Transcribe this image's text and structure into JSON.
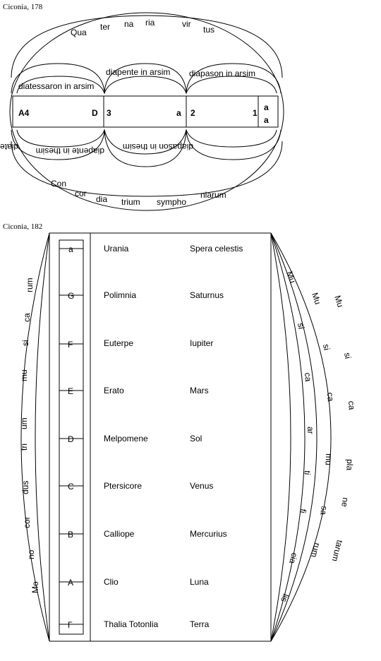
{
  "figure1": {
    "caption": "Ciconia, 178",
    "top_arc": [
      "Qua",
      "ter",
      "na",
      "ria",
      "vir",
      "tus"
    ],
    "upper_arcs": [
      "diatessaron in arsim",
      "diapente in arsim",
      "diapason in arsim"
    ],
    "lower_arcs": [
      "diatessaron in thesim",
      "diapente in thesim",
      "diapason in thesim"
    ],
    "bottom_arc": [
      "Con",
      "cor",
      "dia",
      "trium",
      "sympho",
      "niarum"
    ],
    "cells": [
      {
        "left": "A4",
        "right": "D"
      },
      {
        "left": "3",
        "right": "a"
      },
      {
        "left": "2",
        "right": "1"
      }
    ],
    "stack": [
      "a",
      "a"
    ]
  },
  "figure2": {
    "caption": "Ciconia, 182",
    "notes": [
      "a",
      "G",
      "F",
      "E",
      "D",
      "C",
      "B",
      "A",
      "Γ"
    ],
    "muses": [
      "Urania",
      "Polimnia",
      "Euterpe",
      "Erato",
      "Melpomene",
      "Ptersicore",
      "Calliope",
      "Clio",
      "Thalia Totonlia"
    ],
    "planets": [
      "Spera celestis",
      "Saturnus",
      "Iupiter",
      "Mars",
      "Sol",
      "Venus",
      "Mercurius",
      "Luna",
      "Terra"
    ],
    "left_arc": [
      "Mo",
      "no",
      "cor",
      "dus",
      "tri",
      "um",
      "mu",
      "si",
      "ca",
      "rum"
    ],
    "right_arc1": [
      "Mu",
      "si",
      "ca",
      "ar",
      "ti",
      "fi",
      "cia",
      "lis"
    ],
    "right_arc2": [
      "Mu",
      "si",
      "ca",
      "mu",
      "sa",
      "rum"
    ],
    "right_arc3": [
      "Mu",
      "si",
      "ca",
      "pla",
      "ne",
      "tarum"
    ]
  }
}
